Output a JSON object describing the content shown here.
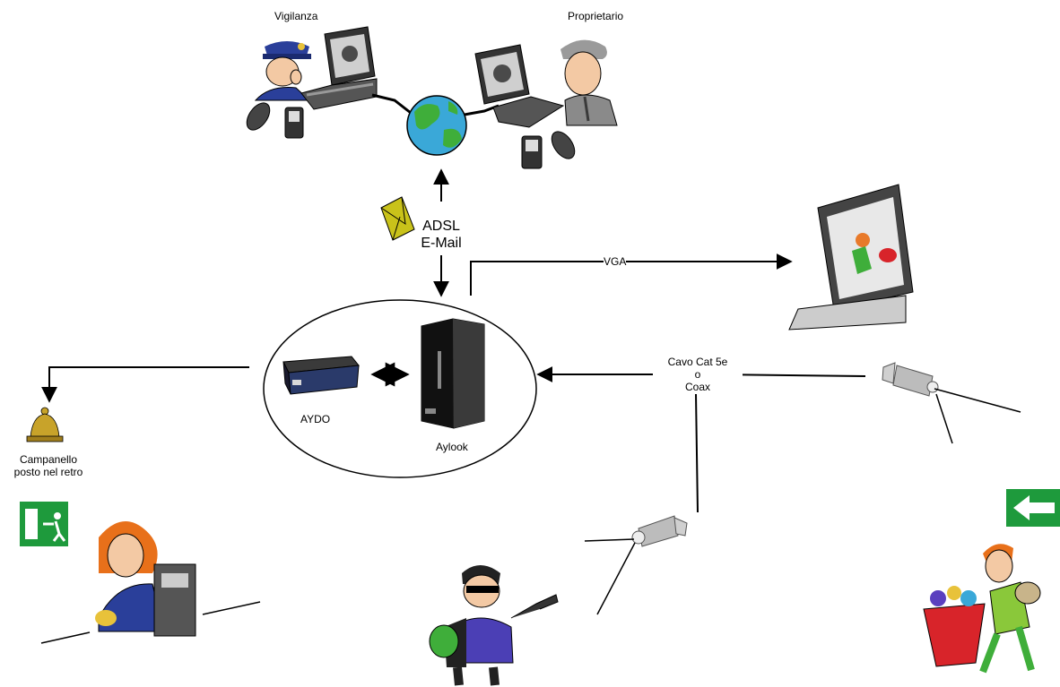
{
  "labels": {
    "vigilanza": "Vigilanza",
    "proprietario": "Proprietario",
    "adsl_email": "ADSL\nE-Mail",
    "vga": "VGA",
    "aydo": "AYDO",
    "aylook": "Aylook",
    "cavo": "Cavo Cat 5e\no\nCoax",
    "campanello": "Campanello\nposto nel retro"
  },
  "colors": {
    "line": "#000000",
    "exit_sign_green": "#1e9a3c",
    "envelope": "#c9c21a",
    "globe_ocean": "#3aa8d8",
    "globe_land": "#3fae3a",
    "bell": "#c8a32a",
    "police_blue": "#2a3f9a",
    "shopper_cart": "#d8242a",
    "thief_shirt": "#4b3fb5"
  },
  "icons": [
    "security-guard-icon",
    "laptop-icon",
    "phone-icon",
    "globe-icon",
    "owner-icon",
    "envelope-icon",
    "monitor-icon",
    "aydo-device-icon",
    "aylook-server-icon",
    "camera-icon",
    "bell-icon",
    "exit-sign-icon",
    "cashier-icon",
    "thief-icon",
    "shopper-icon"
  ]
}
